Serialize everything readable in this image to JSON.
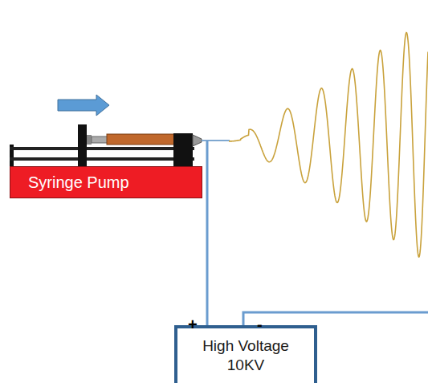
{
  "diagram": {
    "nodes": [
      {
        "text": [
          "Syringe Pump"
        ]
      },
      {
        "text": [
          "High Voltage 10KV"
        ]
      }
    ],
    "labels": [
      "+",
      "-"
    ]
  }
}
